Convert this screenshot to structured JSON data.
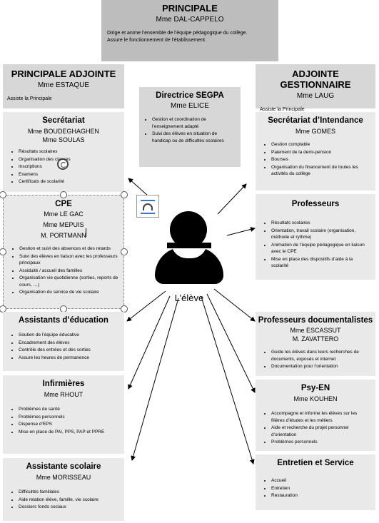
{
  "principale": {
    "title": "PRINCIPALE",
    "name": "Mme DAL-CAPPELO",
    "desc1": "Dirige et anime l’ensemble de l’équipe pédagogique du collège.",
    "desc2": "Assure le fonctionnement de l’établissement."
  },
  "adjointe": {
    "title": "PRINCIPALE ADJOINTE",
    "name": "Mme ESTAQUE",
    "desc": "Assiste la Principale"
  },
  "gestionnaire": {
    "title": "ADJOINTE GESTIONNAIRE",
    "name": "Mme LAUG",
    "desc": "Assiste la Principale"
  },
  "segpa": {
    "title": "Directrice SEGPA",
    "name": "Mme ELICE",
    "items": [
      "Gestion et coordination de l’enseignement adapté",
      "Suivi des élèves en situation de handicap ou de difficultés scolaires"
    ]
  },
  "secretariat": {
    "title": "Secrétariat",
    "names": [
      "Mme BOUDEGHAGHEN",
      "Mme SOULAS"
    ],
    "items": [
      "Résultats scolaires",
      "Organisation des classes",
      "Inscriptions",
      "Examens",
      "Certificats de scolarité"
    ]
  },
  "cpe": {
    "title": "CPE",
    "names": [
      "Mme LE GAC",
      "Mme MEPUIS",
      "M. PORTMANN"
    ],
    "items": [
      "Gestion et suivi des absences et des retards",
      "Suivi des élèves en liaison avec les professeurs principaux",
      "Assiduité / accueil des familles",
      "Organisation vie quotidienne (sorties, reports de cours, …)",
      "Organisation du service de vie scolaire"
    ]
  },
  "intendance": {
    "title": "Secrétariat d’Intendance",
    "name": "Mme GOMES",
    "items": [
      "Gestion comptable",
      "Paiement de la demi-pension",
      "Bourses",
      "Organisation du financement de toutes les activités du collège"
    ]
  },
  "professeurs": {
    "title": "Professeurs",
    "items": [
      "Résultats scolaires",
      "Orientation, travail scolaire (organisation, méthode et rythme)",
      "Animation de l’équipe pédagogique en liaison avec le CPE",
      "Mise en place des dispositifs d’aide à la scolarité"
    ]
  },
  "eleve": {
    "label": "L’élève"
  },
  "assistants": {
    "title": "Assistants d’éducation",
    "items": [
      "Soutien de l’équipe éducative",
      "Encadrement des élèves",
      "Contrôle des entrées et des sorties",
      "Assure les heures de permanence"
    ]
  },
  "documentalistes": {
    "title": "Professeurs documentalistes",
    "names": [
      "Mme ESCASSUT",
      "M. ZAVATTERO"
    ],
    "items": [
      "Guide les élèves dans leurs recherches de documents, exposés et internet",
      "Documentation pour l’orientation"
    ]
  },
  "infirmiere": {
    "title": "Infirmières",
    "name": "Mme RHOUT",
    "items": [
      "Problèmes de santé",
      "Problèmes personnels",
      "Dispense d’EPS",
      "Mise en place de PAI, PPS, PAP et PPRE"
    ]
  },
  "psyen": {
    "title": "Psy-EN",
    "name": "Mme KOUHEN",
    "items": [
      "Accompagne et informe les élèves sur les filières d’études et les métiers",
      "Aide et recherche du projet personnel d’orientation",
      "Problèmes personnels"
    ]
  },
  "sociale": {
    "title": "Assistante scolaire",
    "name": "Mme MORISSEAU",
    "items": [
      "Difficultés familiales",
      "Aide relation élève, famille, vie scolaire",
      "Dossiers fonds sociaux"
    ]
  },
  "entretien": {
    "title": "Entretien et Service",
    "items": [
      "Accueil",
      "Entretien",
      "Restauration"
    ]
  }
}
